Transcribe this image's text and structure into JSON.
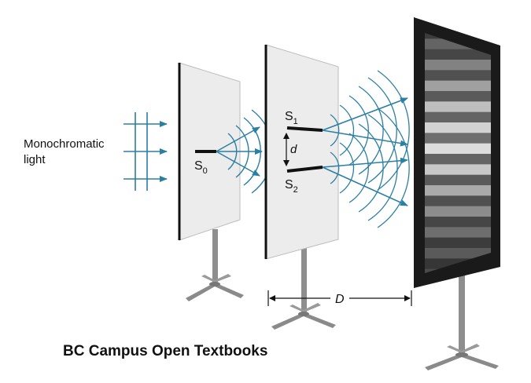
{
  "labels": {
    "source_label": "Monochromatic",
    "source_label_line2": "light",
    "slit_s0": "S",
    "slit_s0_sub": "0",
    "slit_s1": "S",
    "slit_s1_sub": "1",
    "slit_s2": "S",
    "slit_s2_sub": "2",
    "slit_separation": "d",
    "screen_distance": "D"
  },
  "credit": "BC Campus Open Textbooks",
  "colors": {
    "wave": "#2b7fa3",
    "panel": "#ececec",
    "panel_edge": "#111111",
    "stand": "#8e8e8e",
    "screen_frame": "#1a1a1a"
  },
  "fringes": [
    0.15,
    0.35,
    0.2,
    0.5,
    0.25,
    0.65,
    0.3,
    0.8,
    0.35,
    0.9,
    0.4,
    0.95,
    0.35,
    0.85,
    0.3,
    0.7,
    0.25,
    0.55,
    0.2,
    0.4,
    0.15,
    0.3,
    0.12,
    0.22
  ]
}
